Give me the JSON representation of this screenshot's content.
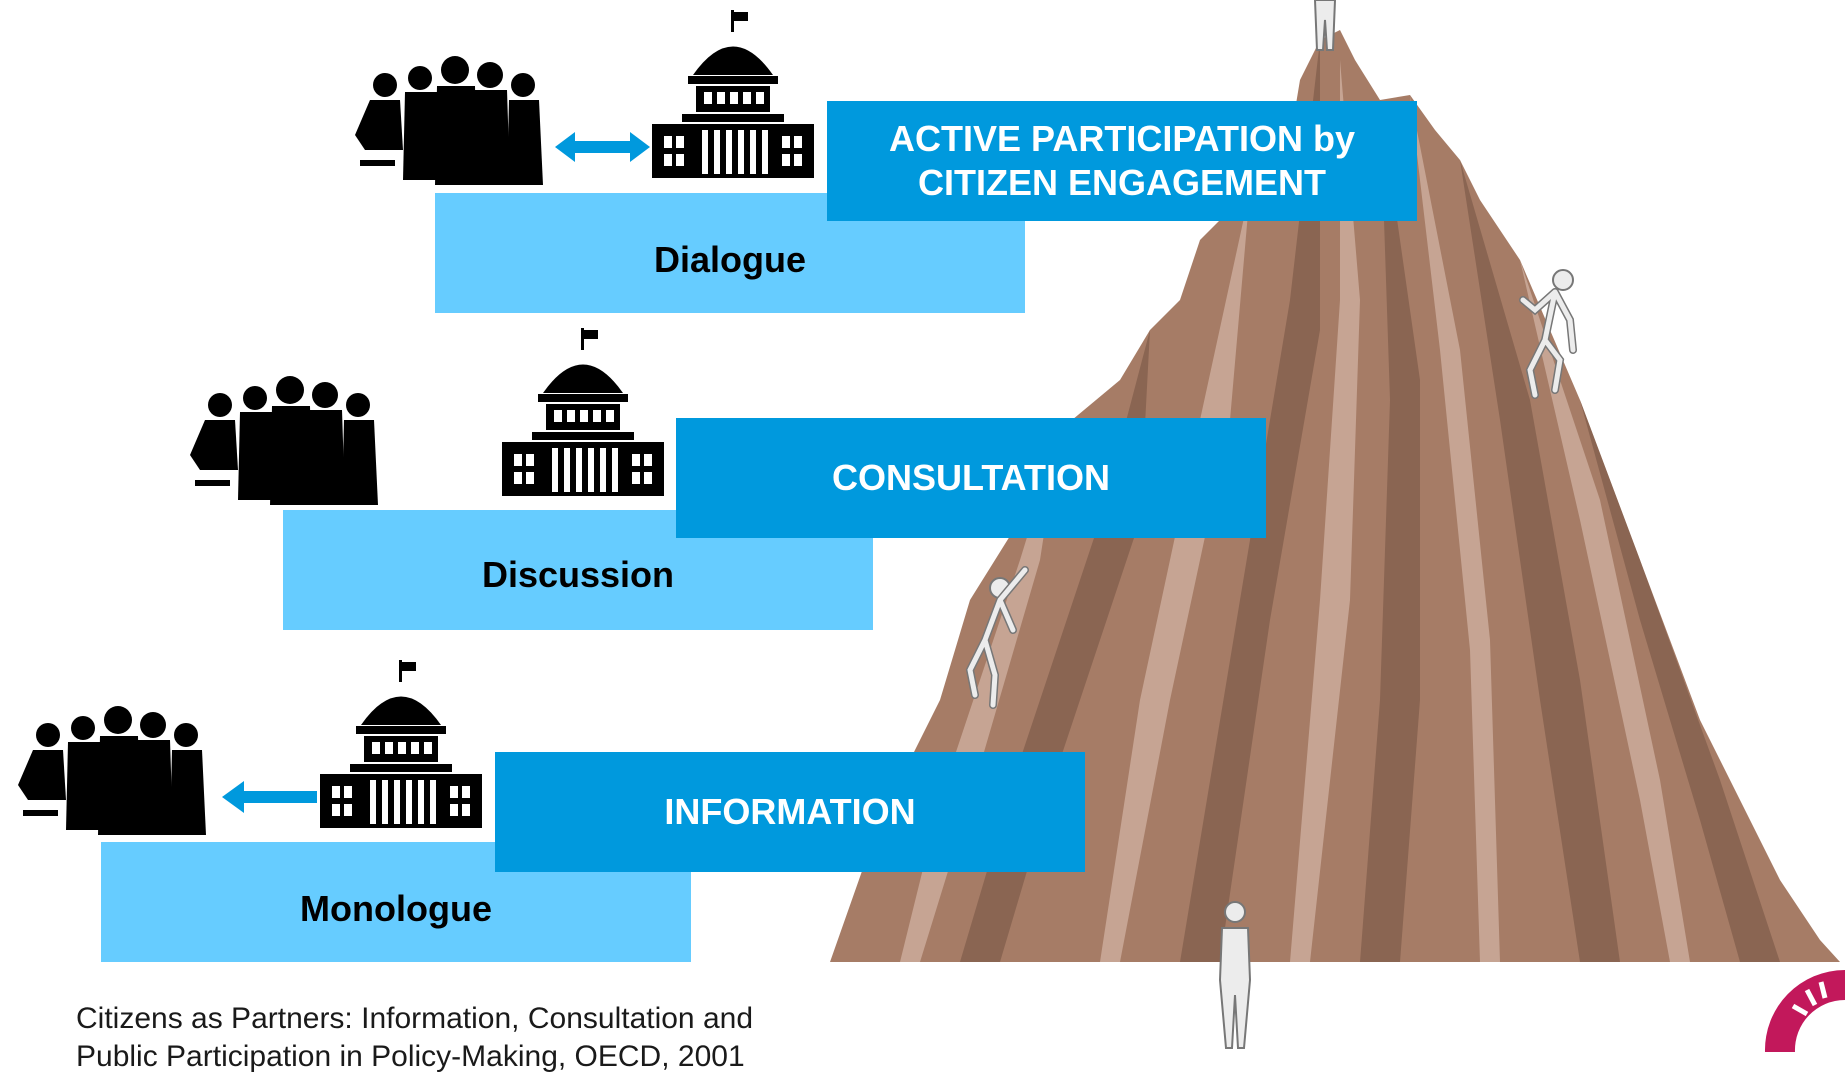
{
  "levels": [
    {
      "key": "dialogue",
      "stage_label": "Dialogue",
      "level_label_lines": [
        "ACTIVE PARTICIPATION by",
        "CITIZEN ENGAGEMENT"
      ],
      "arrow": "bidirectional-arrow-icon"
    },
    {
      "key": "discussion",
      "stage_label": "Discussion",
      "level_label_lines": [
        "CONSULTATION"
      ],
      "arrow": "none"
    },
    {
      "key": "monologue",
      "stage_label": "Monologue",
      "level_label_lines": [
        "INFORMATION"
      ],
      "arrow": "left-arrow-icon"
    }
  ],
  "caption": {
    "line1": "Citizens as Partners: Information, Consultation and",
    "line2": "Public Participation in Policy-Making, OECD, 2001"
  },
  "colors": {
    "stage_box": "#66ccff",
    "level_box": "#0099dd",
    "arrow": "#0099dd",
    "mountain": "#a67c66",
    "mountain_dark": "#8a6552",
    "mountain_light": "#c6a493",
    "silhouette": "#000000",
    "logo": "#c2185b"
  },
  "icons": {
    "citizens": "citizens-group-silhouette-icon",
    "government": "capitol-building-icon",
    "mountain": "mountain-illustration",
    "climber": "climber-figure-icon",
    "logo": "corner-logo-icon"
  }
}
